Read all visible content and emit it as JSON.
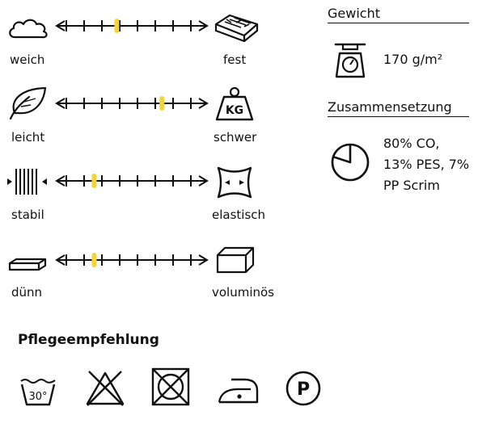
{
  "properties": [
    {
      "left": "weich",
      "right": "fest",
      "left_icon": "cloud-icon",
      "right_icon": "brick-icon",
      "level": 0.4
    },
    {
      "left": "leicht",
      "right": "schwer",
      "left_icon": "feather-icon",
      "right_icon": "weight-kg-icon",
      "level": 0.7
    },
    {
      "left": "stabil",
      "right": "elastisch",
      "left_icon": "stable-fabric-icon",
      "right_icon": "elastic-fabric-icon",
      "level": 0.25
    },
    {
      "left": "dünn",
      "right": "voluminös",
      "left_icon": "thin-layer-icon",
      "right_icon": "volume-box-icon",
      "level": 0.25
    }
  ],
  "weight": {
    "title": "Gewicht",
    "value": "170 g/m²",
    "icon": "scale-icon"
  },
  "composition": {
    "title": "Zusammensetzung",
    "lines": [
      "80% CO,",
      "13% PES, 7%",
      "PP Scrim"
    ],
    "icon": "pie-chart-icon",
    "pie_fraction": 0.8
  },
  "care": {
    "title": "Pflegeempfehlung",
    "wash_temp": "30°",
    "dryclean_letter": "P",
    "icons": [
      "wash-30-icon",
      "no-bleach-icon",
      "no-tumble-dry-icon",
      "iron-low-icon",
      "dry-clean-p-icon"
    ]
  },
  "colors": {
    "marker": "#f2d43a",
    "line": "#111111"
  }
}
